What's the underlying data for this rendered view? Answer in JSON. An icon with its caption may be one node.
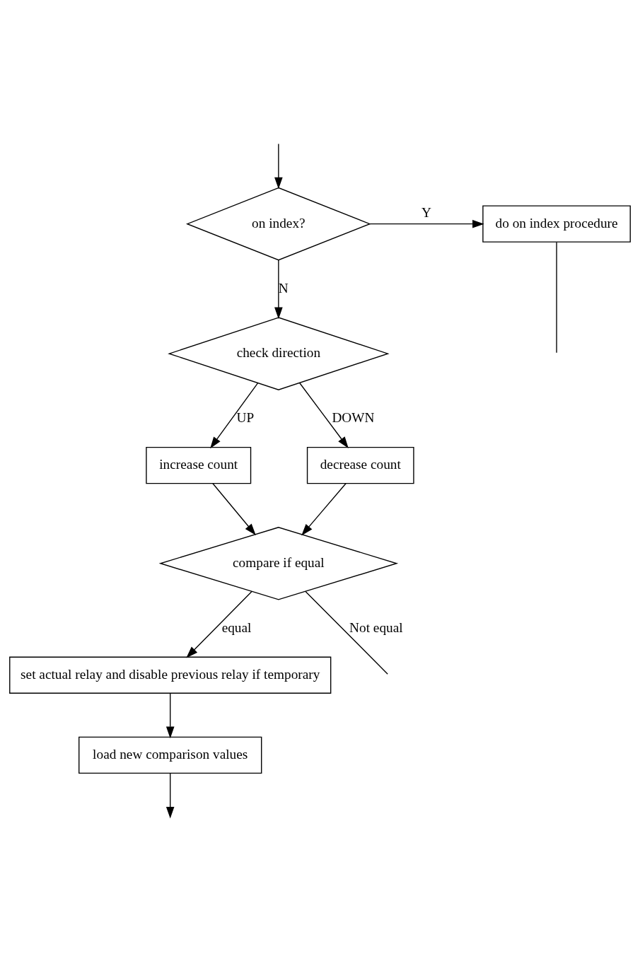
{
  "diagram": {
    "nodes": [
      {
        "text": [
          "on index?"
        ]
      },
      {
        "text": [
          "do on index procedure"
        ]
      },
      {
        "text": [
          "check direction"
        ]
      },
      {
        "text": [
          "increase count"
        ]
      },
      {
        "text": [
          "decrease count"
        ]
      },
      {
        "text": [
          "compare if equal"
        ]
      },
      {
        "text": [
          "set actual relay and disable previous relay if temporary"
        ]
      },
      {
        "text": [
          "load new comparison values"
        ]
      }
    ],
    "edges": [
      {
        "from": null,
        "to": 0,
        "arrow": "to"
      },
      {
        "from": 0,
        "to": 1,
        "arrow": "to",
        "label": "Y"
      },
      {
        "from": 1,
        "to": null,
        "arrow": "none"
      },
      {
        "from": 0,
        "to": 2,
        "arrow": "to",
        "label": "N"
      },
      {
        "from": 2,
        "to": 3,
        "arrow": "to",
        "label": "UP"
      },
      {
        "from": 2,
        "to": 4,
        "arrow": "to",
        "label": "DOWN"
      },
      {
        "from": 3,
        "to": 5,
        "arrow": "to"
      },
      {
        "from": 4,
        "to": 5,
        "arrow": "to"
      },
      {
        "from": 5,
        "to": null,
        "arrow": "none",
        "label": "Not equal"
      },
      {
        "from": 5,
        "to": 6,
        "arrow": "to",
        "label": "equal"
      },
      {
        "from": 6,
        "to": 7,
        "arrow": "to"
      },
      {
        "from": 7,
        "to": null,
        "arrow": "to"
      }
    ]
  }
}
